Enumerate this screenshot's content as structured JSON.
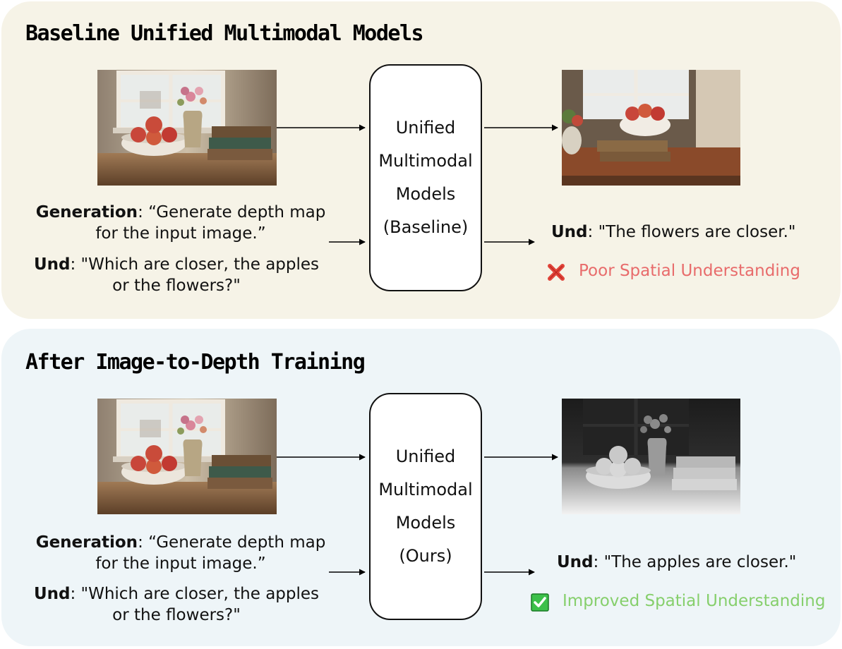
{
  "top": {
    "title": "Baseline Unified Multimodal Models",
    "gen_label": "Generation",
    "gen_text_1": ":  “Generate depth map",
    "gen_text_2": "for the  input image.”",
    "und_label": "Und",
    "und_text_1": ":  \"Which are closer, the apples",
    "und_text_2": "or the flowers?\"",
    "model_lines": [
      "Unified",
      "Multimodal",
      "Models",
      "(Baseline)"
    ],
    "answer_label": "Und",
    "answer_text": ":  \"The flowers are closer.\"",
    "verdict": "Poor Spatial Understanding",
    "verdict_icon": "cross-mark-icon",
    "verdict_color": "#e86b6b"
  },
  "bottom": {
    "title": "After Image-to-Depth Training",
    "gen_label": "Generation",
    "gen_text_1": ":  “Generate depth map",
    "gen_text_2": "for the  input image.”",
    "und_label": "Und",
    "und_text_1": ":  \"Which are closer, the apples",
    "und_text_2": "or the flowers?\"",
    "model_lines": [
      "Unified",
      "Multimodal",
      "Models",
      "(Ours)"
    ],
    "answer_label": "Und",
    "answer_text": ":  \"The apples are closer.\"",
    "verdict": "Improved Spatial Understanding",
    "verdict_icon": "check-mark-icon",
    "verdict_color": "#86cf6c"
  }
}
